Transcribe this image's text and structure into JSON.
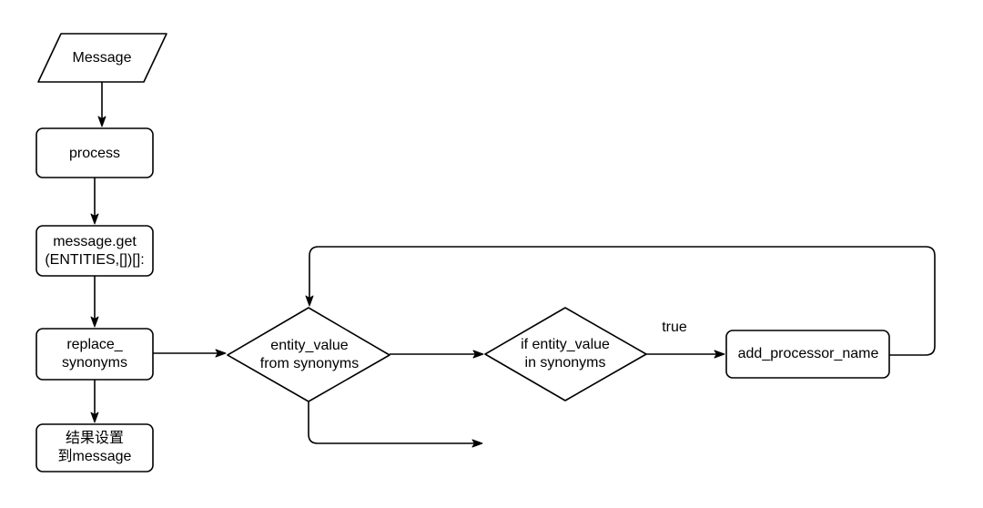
{
  "diagram": {
    "colors": {
      "background": "#ffffff",
      "stroke": "#000000",
      "text": "#000000"
    },
    "nodes": {
      "message": {
        "label": "Message",
        "shape": "parallelogram"
      },
      "process": {
        "label": "process",
        "shape": "rounded-rect"
      },
      "message_get": {
        "label": "message.get\n(ENTITIES,[])[]:",
        "shape": "rounded-rect"
      },
      "replace_synonyms": {
        "label": "replace_\nsynonyms",
        "shape": "rounded-rect"
      },
      "result_to_message": {
        "label": "结果设置\n到message",
        "shape": "rounded-rect"
      },
      "entity_value_from_synonyms": {
        "label": "entity_value\nfrom synonyms",
        "shape": "diamond"
      },
      "if_entity_value_in_synonyms": {
        "label": "if entity_value\nin synonyms",
        "shape": "diamond"
      },
      "add_processor_name": {
        "label": "add_processor_name",
        "shape": "rounded-rect"
      }
    },
    "edge_labels": {
      "true_branch": "true"
    },
    "edges": [
      {
        "from": "message",
        "to": "process"
      },
      {
        "from": "process",
        "to": "message_get"
      },
      {
        "from": "message_get",
        "to": "replace_synonyms"
      },
      {
        "from": "replace_synonyms",
        "to": "result_to_message"
      },
      {
        "from": "replace_synonyms",
        "to": "entity_value_from_synonyms"
      },
      {
        "from": "entity_value_from_synonyms",
        "to": "if_entity_value_in_synonyms"
      },
      {
        "from": "if_entity_value_in_synonyms",
        "to": "add_processor_name",
        "label": "true"
      },
      {
        "from": "add_processor_name",
        "to": "entity_value_from_synonyms",
        "kind": "loop-back-over-top"
      },
      {
        "from": "entity_value_from_synonyms",
        "to": "",
        "kind": "down-then-right-open-end"
      }
    ]
  }
}
